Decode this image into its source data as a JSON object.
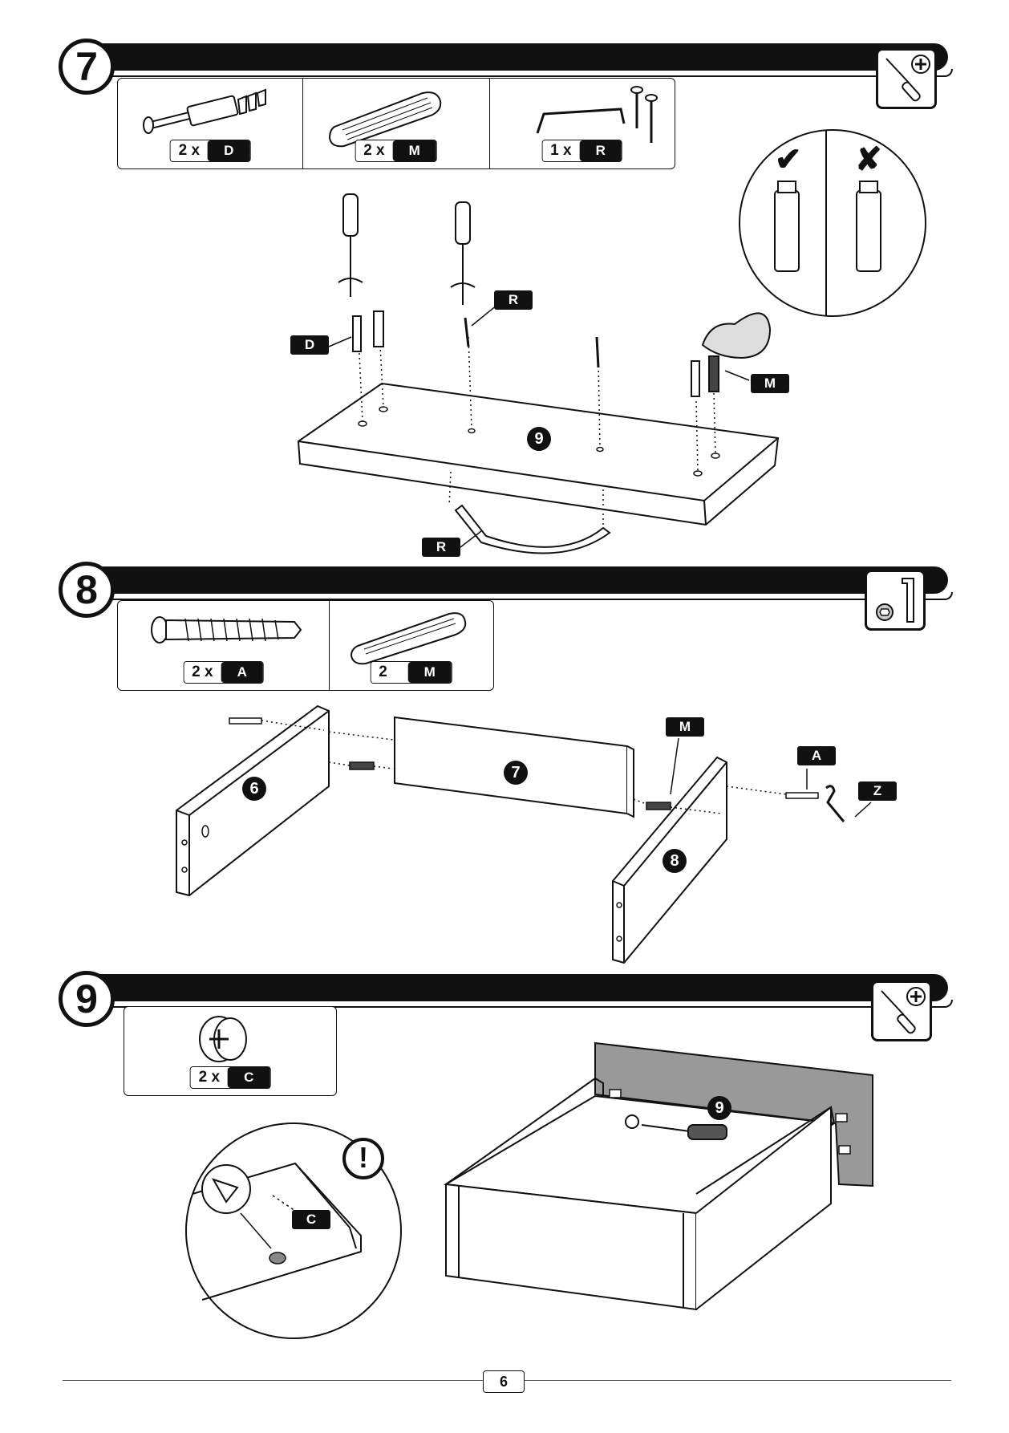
{
  "steps": [
    {
      "number": "7",
      "parts": [
        {
          "count": "2 x",
          "letter": "D"
        },
        {
          "count": "2 x",
          "letter": "M"
        },
        {
          "count": "1 x",
          "letter": "R"
        }
      ],
      "tool": "phillips-screwdriver",
      "callouts": {
        "d": "D",
        "r_top": "R",
        "m": "M",
        "r_bottom": "R"
      },
      "panel_number": "9",
      "inset_marks": {
        "correct": "✔",
        "wrong": "✘"
      }
    },
    {
      "number": "8",
      "parts": [
        {
          "count": "2 x",
          "letter": "A"
        },
        {
          "count": "2 x",
          "letter": "M"
        }
      ],
      "tool": "allen-key",
      "callouts": {
        "m": "M",
        "a": "A",
        "z": "Z"
      },
      "panels": [
        "6",
        "7",
        "8"
      ]
    },
    {
      "number": "9",
      "parts": [
        {
          "count": "2 x",
          "letter": "C"
        }
      ],
      "tool": "phillips-screwdriver",
      "callouts": {
        "c": "C"
      },
      "panel_number": "9",
      "warning_icon": "!"
    }
  ],
  "page_number": "6"
}
